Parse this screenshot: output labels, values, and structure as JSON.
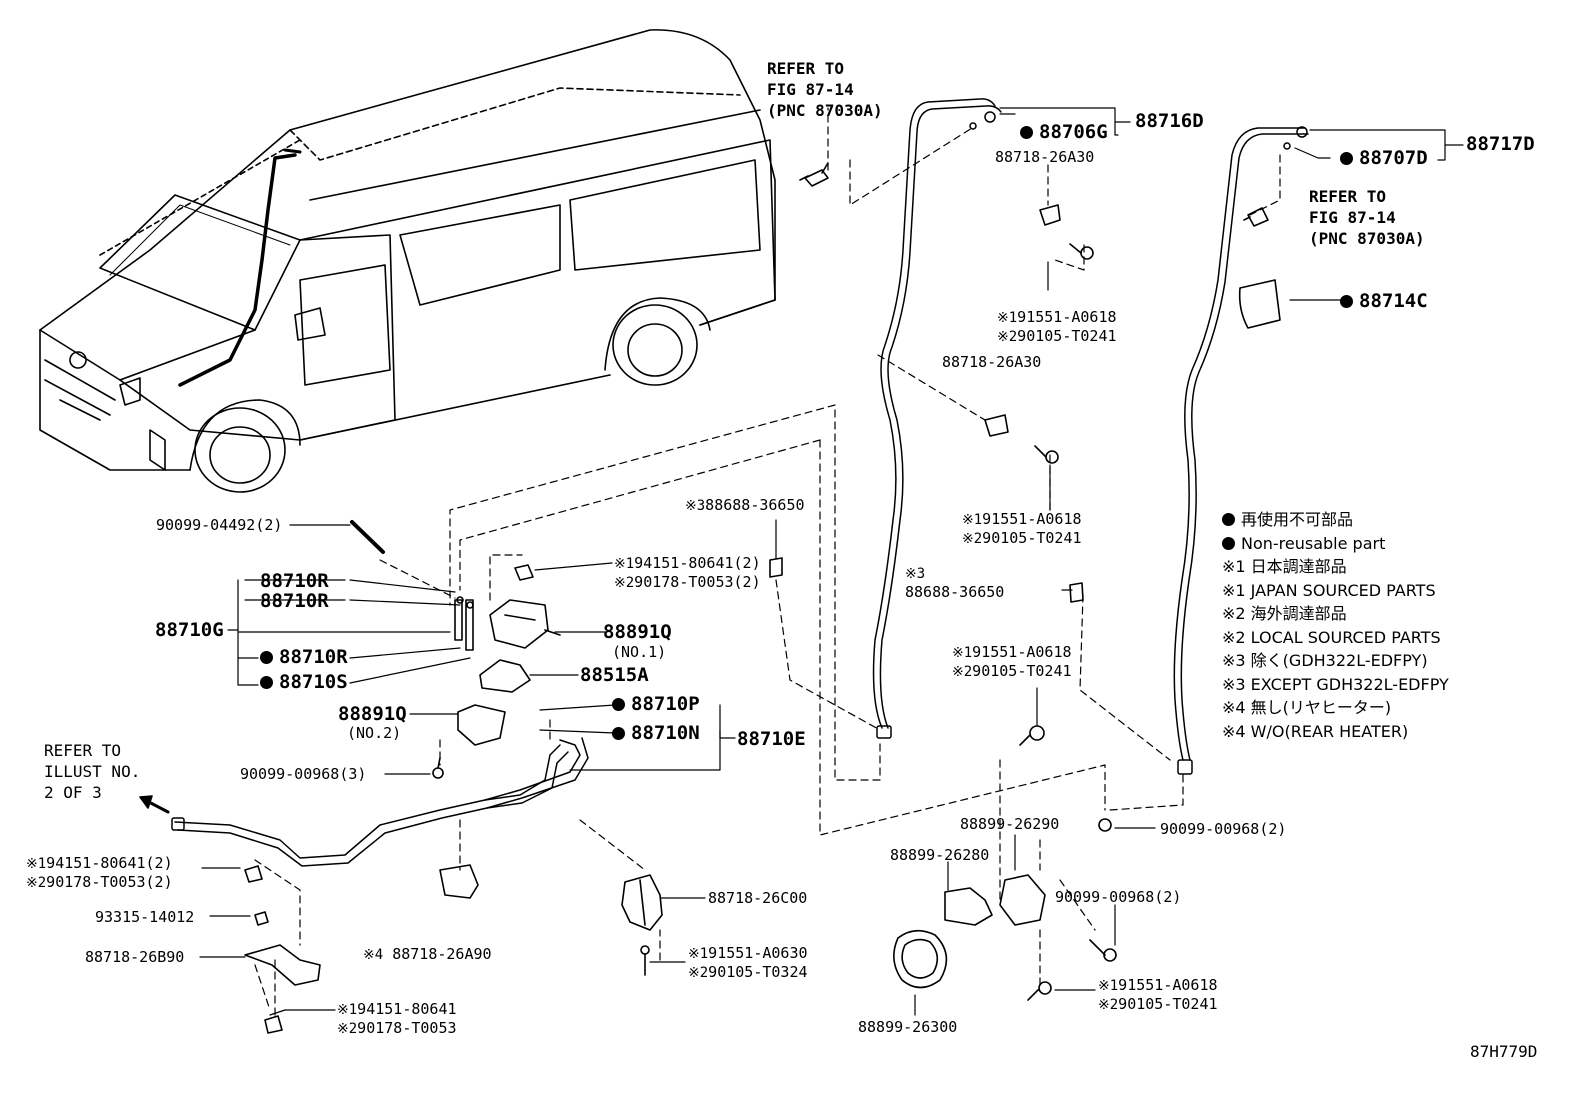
{
  "diagram_id": "87H779D",
  "refs": {
    "fig_top": "REFER TO\nFIG 87-14\n(PNC 87030A)",
    "fig_right": "REFER TO\nFIG 87-14\n(PNC 87030A)",
    "illust": "REFER TO\nILLUST NO.\n2 OF 3"
  },
  "parts": {
    "p88716D": "88716D",
    "p88706G": "88706G",
    "p88717D": "88717D",
    "p88707D": "88707D",
    "p88714C": "88714C",
    "clip_a30_1": "88718-26A30",
    "clip_a30_2": "88718-26A30",
    "b1_m1": "※1",
    "b1_n1": "91551-A0618",
    "b1_m2": "※2",
    "b1_n2": "90105-T0241",
    "b2_m1": "※1",
    "b2_n1": "91551-A0618",
    "b2_m2": "※2",
    "b2_n2": "90105-T0241",
    "s3a_m": "※3",
    "s3a_n": "88688-36650",
    "s3b_m": "※3",
    "s3b_n": "88688-36650",
    "b3_m1": "※1",
    "b3_n1": "91551-A0618",
    "b3_m2": "※2",
    "b3_n2": "90105-T0241",
    "p90099_04492": "90099-04492(2)",
    "n1_m1": "※1",
    "n1_n1": "94151-80641(2)",
    "n1_m2": "※2",
    "n1_n2": "90178-T0053(2)",
    "p88710R_1": "88710R",
    "p88710R_2": "88710R",
    "p88710G": "88710G",
    "p88710R_3": "88710R",
    "p88710S": "88710S",
    "p88891Q_1": "88891Q",
    "no1": "(NO.1)",
    "p88515A": "88515A",
    "p88891Q_2": "88891Q",
    "no2": "(NO.2)",
    "p90099_00968_3": "90099-00968(3)",
    "p88710P": "88710P",
    "p88710N": "88710N",
    "p88710E": "88710E",
    "n2_m1": "※1",
    "n2_n1": "94151-80641(2)",
    "n2_m2": "※2",
    "n2_n2": "90178-T0053(2)",
    "p93315": "93315-14012",
    "p88718_26B90": "88718-26B90",
    "n3_m1": "※1",
    "n3_n1": "94151-80641",
    "n3_m2": "※2",
    "n3_n2": "90178-T0053",
    "a90_m": "※4",
    "a90_n": "88718-26A90",
    "p88718_26C00": "88718-26C00",
    "b4_m1": "※1",
    "b4_n1": "91551-A0630",
    "b4_m2": "※2",
    "b4_n2": "90105-T0324",
    "p88899_26290": "88899-26290",
    "p88899_26280": "88899-26280",
    "p90099_00968_2a": "90099-00968(2)",
    "p90099_00968_2b": "90099-00968(2)",
    "b5_m1": "※1",
    "b5_n1": "91551-A0618",
    "b5_m2": "※2",
    "b5_n2": "90105-T0241",
    "p88899_26300": "88899-26300"
  },
  "legend": {
    "non_reusable_jp": "再使用不可部品",
    "non_reusable_en": "Non-reusable part",
    "n1_jp": "※1 日本調達部品",
    "n1_en": "※1 JAPAN SOURCED PARTS",
    "n2_jp": "※2 海外調達部品",
    "n2_en": "※2 LOCAL SOURCED PARTS",
    "n3_jp": "※3 除く(GDH322L-EDFPY)",
    "n3_en": "※3 EXCEPT GDH322L-EDFPY",
    "n4_jp": "※4 無し(リヤヒーター)",
    "n4_en": "※4 W/O(REAR HEATER)"
  }
}
